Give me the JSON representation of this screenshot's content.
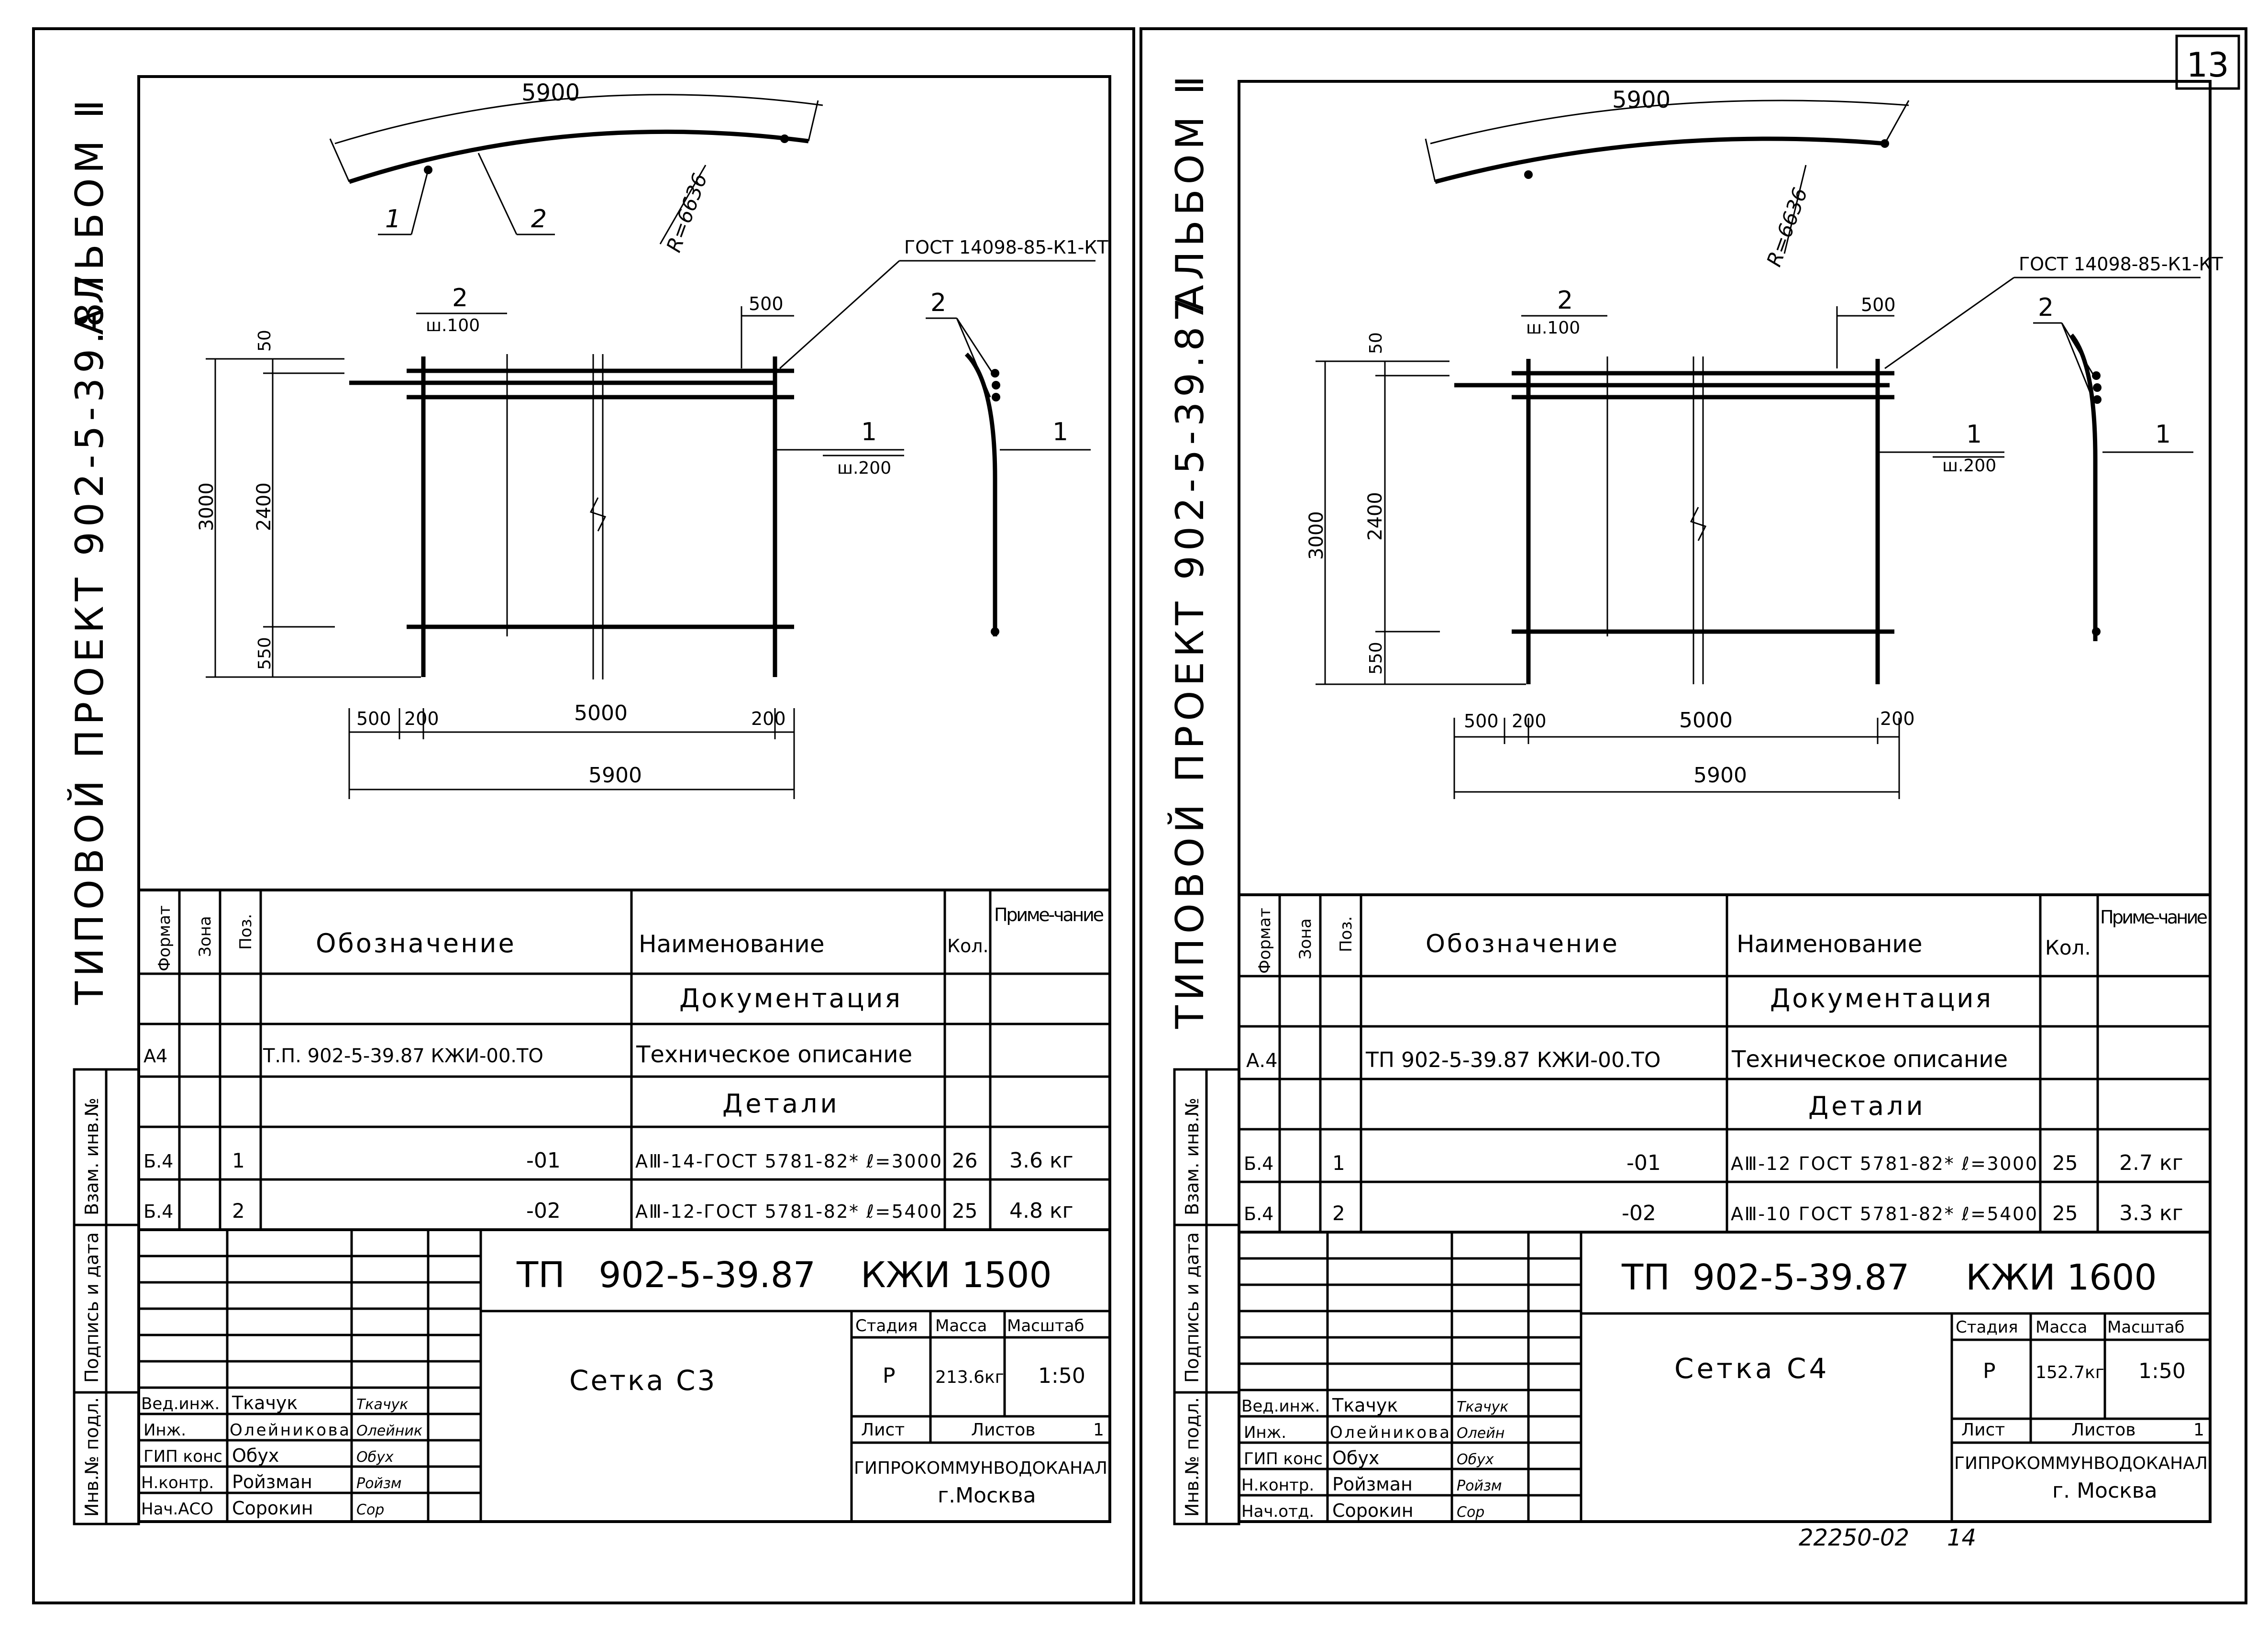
{
  "page_number": "13",
  "footer_code": "22250-02",
  "footer_page": "14",
  "sheets": [
    {
      "side_album": "АЛЬБОМ Ⅱ",
      "side_project": "ТИПОВОЙ  ПРОЕКТ  902-5-39.87",
      "side_stamps": [
        "Взам. инв.№",
        "Подпись и дата",
        "Инв.№ подл."
      ],
      "drawing": {
        "arc_length": "5900",
        "radius": "R=6636",
        "arc_pos1": "1",
        "arc_pos2": "2",
        "gost_note": "ГОСТ 14098-85-К1-КТ",
        "top_pos": "2",
        "top_step": "ш.100",
        "top_dim": "500",
        "side_pos": "1",
        "side_step": "ш.200",
        "left_dim_total": "3000",
        "left_dim_top": "50",
        "left_dim_mid": "2400",
        "left_dim_bot": "550",
        "bottom_dims": [
          "500",
          "200",
          "5000",
          "200"
        ],
        "bottom_total": "5900",
        "section_pos_top": "2",
        "section_pos_side": "1"
      },
      "spec": {
        "headers": {
          "format": "Формат",
          "zone": "Зона",
          "pos": "Поз.",
          "designation": "Обозначение",
          "name": "Наименование",
          "qty": "Кол.",
          "note": "Приме-чание"
        },
        "section_docs": "Документация",
        "section_parts": "Детали",
        "rows": [
          {
            "format": "А4",
            "pos": "",
            "designation": "Т.П. 902-5-39.87  КЖИ-00.ТО",
            "name": "Техническое описание",
            "qty": "",
            "note": ""
          },
          {
            "format": "Б.4",
            "pos": "1",
            "designation": "-01",
            "name": "АⅢ-14-ГОСТ 5781-82* ℓ=3000",
            "qty": "26",
            "note": "3.6 кг"
          },
          {
            "format": "Б.4",
            "pos": "2",
            "designation": "-02",
            "name": "АⅢ-12-ГОСТ 5781-82* ℓ=5400",
            "qty": "25",
            "note": "4.8 кг"
          }
        ]
      },
      "title_block": {
        "doc_code": "ТП   902-5-39.87    КЖИ 1500",
        "sheet_name": "Сетка С3",
        "stage_label": "Стадия",
        "mass_label": "Масса",
        "scale_label": "Масштаб",
        "stage": "Р",
        "mass": "213.6кг",
        "scale": "1:50",
        "sheet_label": "Лист",
        "sheets_label": "Листов",
        "sheets_count": "1",
        "org": "ГИПРОКОММУНВОДОКАНАЛ",
        "city": "г.Москва",
        "people": [
          {
            "role": "Вед.инж.",
            "name": "Ткачук",
            "sign": "Ткачук"
          },
          {
            "role": "Инж.",
            "name": "Олейникова",
            "sign": "Олейник"
          },
          {
            "role": "ГИП конс",
            "name": "Обух",
            "sign": "Обух"
          },
          {
            "role": "Н.контр.",
            "name": "Ройзман",
            "sign": "Ройзм"
          },
          {
            "role": "Нач.АСО",
            "name": "Сорокин",
            "sign": "Сор"
          }
        ]
      }
    },
    {
      "side_album": "АЛЬБОМ Ⅱ",
      "side_project": "ТИПОВОЙ  ПРОЕКТ  902-5-39.87",
      "side_stamps": [
        "Взам. инв.№",
        "Подпись и дата",
        "Инв.№ подл."
      ],
      "drawing": {
        "arc_length": "5900",
        "radius": "R=6636",
        "arc_pos1": "",
        "arc_pos2": "",
        "gost_note": "ГОСТ 14098-85-К1-КТ",
        "top_pos": "2",
        "top_step": "ш.100",
        "top_dim": "500",
        "side_pos": "1",
        "side_step": "ш.200",
        "left_dim_total": "3000",
        "left_dim_top": "50",
        "left_dim_mid": "2400",
        "left_dim_bot": "550",
        "bottom_dims": [
          "500",
          "200",
          "5000",
          "200"
        ],
        "bottom_total": "5900",
        "section_pos_top": "2",
        "section_pos_side": "1"
      },
      "spec": {
        "headers": {
          "format": "Формат",
          "zone": "Зона",
          "pos": "Поз.",
          "designation": "Обозначение",
          "name": "Наименование",
          "qty": "Кол.",
          "note": "Приме-чание"
        },
        "section_docs": "Документация",
        "section_parts": "Детали",
        "rows": [
          {
            "format": "А.4",
            "pos": "",
            "designation": "ТП 902-5-39.87 КЖИ-00.ТО",
            "name": "Техническое описание",
            "qty": "",
            "note": ""
          },
          {
            "format": "Б.4",
            "pos": "1",
            "designation": "-01",
            "name": "АⅢ-12 ГОСТ 5781-82* ℓ=3000",
            "qty": "25",
            "note": "2.7 кг"
          },
          {
            "format": "Б.4",
            "pos": "2",
            "designation": "-02",
            "name": "АⅢ-10 ГОСТ 5781-82* ℓ=5400",
            "qty": "25",
            "note": "3.3 кг"
          }
        ]
      },
      "title_block": {
        "doc_code": "ТП  902-5-39.87     КЖИ 1600",
        "sheet_name": "Сетка С4",
        "stage_label": "Стадия",
        "mass_label": "Масса",
        "scale_label": "Масштаб",
        "stage": "Р",
        "mass": "152.7кг",
        "scale": "1:50",
        "sheet_label": "Лист",
        "sheets_label": "Листов",
        "sheets_count": "1",
        "org": "ГИПРОКОММУНВОДОКАНАЛ",
        "city": "г. Москва",
        "people": [
          {
            "role": "Вед.инж.",
            "name": "Ткачук",
            "sign": "Ткачук"
          },
          {
            "role": "Инж.",
            "name": "Олейникова",
            "sign": "Олейн"
          },
          {
            "role": "ГИП конс",
            "name": "Обух",
            "sign": "Обух"
          },
          {
            "role": "Н.контр.",
            "name": "Ройзман",
            "sign": "Ройзм"
          },
          {
            "role": "Нач.отд.",
            "name": "Сорокин",
            "sign": "Сор"
          }
        ]
      }
    }
  ]
}
